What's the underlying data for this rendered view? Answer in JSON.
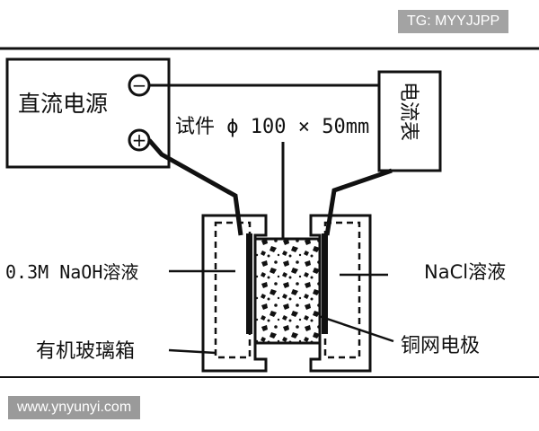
{
  "watermarks": {
    "top": "TG: MYYJJPP",
    "bottom": "www.ynyunyi.com"
  },
  "labels": {
    "power_supply": "直流电源",
    "ammeter": "电流表",
    "specimen": "试件 ϕ 100 × 50mm",
    "naoh_solution": "0.3M NaOH溶液",
    "nacl_solution": "NaCl溶液",
    "organic_glass_box": "有机玻璃箱",
    "copper_mesh_electrode": "铜网电极",
    "negative_terminal": "−",
    "positive_terminal": "+"
  },
  "colors": {
    "line": "#111111",
    "watermark_bg": "#a3a3a3"
  }
}
